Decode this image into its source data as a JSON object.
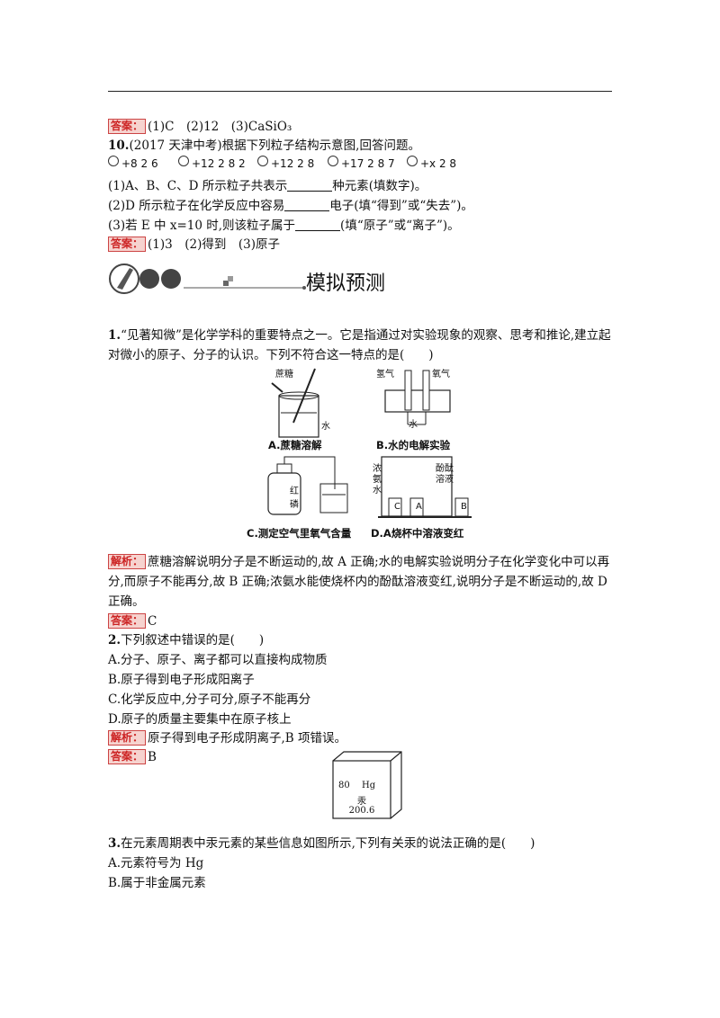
{
  "answer_tag": "答案：",
  "analysis_tag": "解析：",
  "prev_answer": "(1)C　(2)12　(3)CaSiO₃",
  "q10": {
    "number": "10.",
    "stem": "(2017 天津中考)根据下列粒子结构示意图,回答问题。",
    "atoms": [
      "+8 2 6",
      "+12 2 8 2",
      "+12 2 8",
      "+17 2 8 7",
      "+x 2 8"
    ],
    "p1a": "(1)A、B、C、D 所示粒子共表示",
    "p1b": "种元素(填数字)。",
    "p2a": "(2)D 所示粒子在化学反应中容易",
    "p2b": "电子(填“得到”或“失去”)。",
    "p3a": "(3)若 E 中 x=10 时,则该粒子属于",
    "p3b": "(填“原子”或“离子”)。",
    "answer": "(1)3　(2)得到　(3)原子"
  },
  "section_title": "模拟预测",
  "q1": {
    "number": "1.",
    "stem": "“见著知微”是化学学科的重要特点之一。它是指通过对实验现象的观察、思考和推论,建立起对微小的原子、分子的认识。下列不符合这一特点的是(　　)",
    "fig": {
      "a_label1": "蔗糖",
      "a_label2": "水",
      "a_cap": "A.蔗糖溶解",
      "b_label1": "氢气",
      "b_label2": "氧气",
      "b_label3": "水",
      "b_cap": "B.水的电解实验",
      "c_label1": "红磷",
      "c_cap": "C.测定空气里氧气含量",
      "d_label1": "浓氨水",
      "d_label2": "酚酞溶液",
      "d_cap": "D.A烧杯中溶液变红",
      "d_beakers": [
        "C",
        "A",
        "B"
      ]
    },
    "analysis": "蔗糖溶解说明分子是不断运动的,故 A 正确;水的电解实验说明分子在化学变化中可以再分,而原子不能再分,故 B 正确;浓氨水能使烧杯内的酚酞溶液变红,说明分子是不断运动的,故 D 正确。",
    "answer": "C"
  },
  "q2": {
    "number": "2.",
    "stem": "下列叙述中错误的是(　　)",
    "options": [
      "A.分子、原子、离子都可以直接构成物质",
      "B.原子得到电子形成阳离子",
      "C.化学反应中,分子可分,原子不能再分",
      "D.原子的质量主要集中在原子核上"
    ],
    "analysis": "原子得到电子形成阴离子,B 项错误。",
    "answer": "B"
  },
  "element": {
    "number": "80",
    "symbol": "Hg",
    "name": "汞",
    "mass": "200.6"
  },
  "q3": {
    "number": "3.",
    "stem": "在元素周期表中汞元素的某些信息如图所示,下列有关汞的说法正确的是(　　)",
    "options": [
      "A.元素符号为 Hg",
      "B.属于非金属元素"
    ]
  }
}
